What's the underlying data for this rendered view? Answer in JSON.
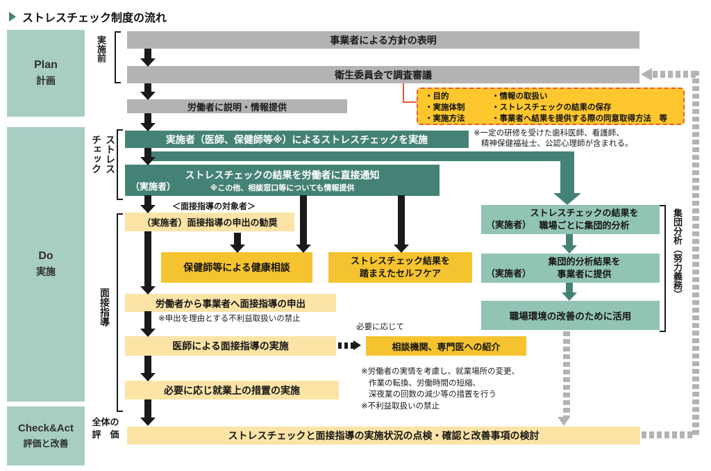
{
  "title": "ストレスチェック制度の流れ",
  "phases": {
    "plan": {
      "en": "Plan",
      "ja": "計画"
    },
    "do": {
      "en": "Do",
      "ja": "実施"
    },
    "check": {
      "en": "Check&Act",
      "ja": "評価と改善"
    }
  },
  "stages": {
    "pre": "実施前",
    "stress_l1": "ストレス",
    "stress_l2": "チェック",
    "interview": "面接指導",
    "overall_l1": "全体の",
    "overall_l2": "評　価"
  },
  "plan_flow": {
    "policy": "事業者による方針の表明",
    "committee": "衛生委員会で調査審議",
    "explain": "労働者に説明・情報提供"
  },
  "committee_topics": {
    "col1": [
      "・目的",
      "・実施体制",
      "・実施方法"
    ],
    "col2": [
      "・情報の取扱い",
      "・ストレスチェックの結果の保存",
      "・事業者へ結果を提供する際の同意取得方法　等"
    ]
  },
  "stress_check": {
    "implement": "実施者（医師、保健師等※）によるストレスチェックを実施",
    "implement_note_l1": "※一定の研修を受けた歯科医師、看護師、",
    "implement_note_l2": "精神保健福祉士、公認心理師が含まれる。",
    "actor": "（実施者）",
    "notify": "ストレスチェックの結果を労働者に直接通知",
    "notify_note": "※この他、相談窓口等についても情報提供"
  },
  "interview_flow": {
    "target_label": "＜面接指導の対象者＞",
    "recommend": "（実施者）面接指導の申出の勧奨",
    "consult": "保健師等による健康相談",
    "selfcare_l1": "ストレスチェック結果を",
    "selfcare_l2": "踏まえたセルフケア",
    "request": "労働者から事業者へ面接指導の申出",
    "request_note": "※申出を理由とする不利益取扱いの禁止",
    "doctor": "医師による面接指導の実施",
    "as_needed": "必要に応じて",
    "referral": "相談機関、専門医への紹介",
    "measures": "必要に応じ就業上の措置の実施",
    "measures_note": [
      "※労働者の実情を考慮し、就業場所の変更、",
      "作業の転換、労働時間の短縮、",
      "深夜業の回数の減少等の措置を行う",
      "※不利益取扱いの禁止"
    ]
  },
  "group_analysis": {
    "actor": "（実施者）",
    "analyze_l1": "ストレスチェックの結果を",
    "analyze_l2": "職場ごとに集団的分析",
    "provide_l1": "集団的分析結果を",
    "provide_l2": "事業者に提供",
    "utilize": "職場環境の改善のために活用",
    "label": "集団分析（努力義務）"
  },
  "review": {
    "overall": "ストレスチェックと面接指導の実施状況の点検・確認と改善事項の検討"
  },
  "colors": {
    "teal_dark": "#458276",
    "teal_light": "#92c4b6",
    "teal_pale": "#a8cec4",
    "gray": "#b3b3b3",
    "gold": "#f5c32f",
    "light_yellow": "#fce4a7",
    "orange": "#ffc72e",
    "red_dashed": "#ea5532",
    "black": "#1a1a1a"
  }
}
